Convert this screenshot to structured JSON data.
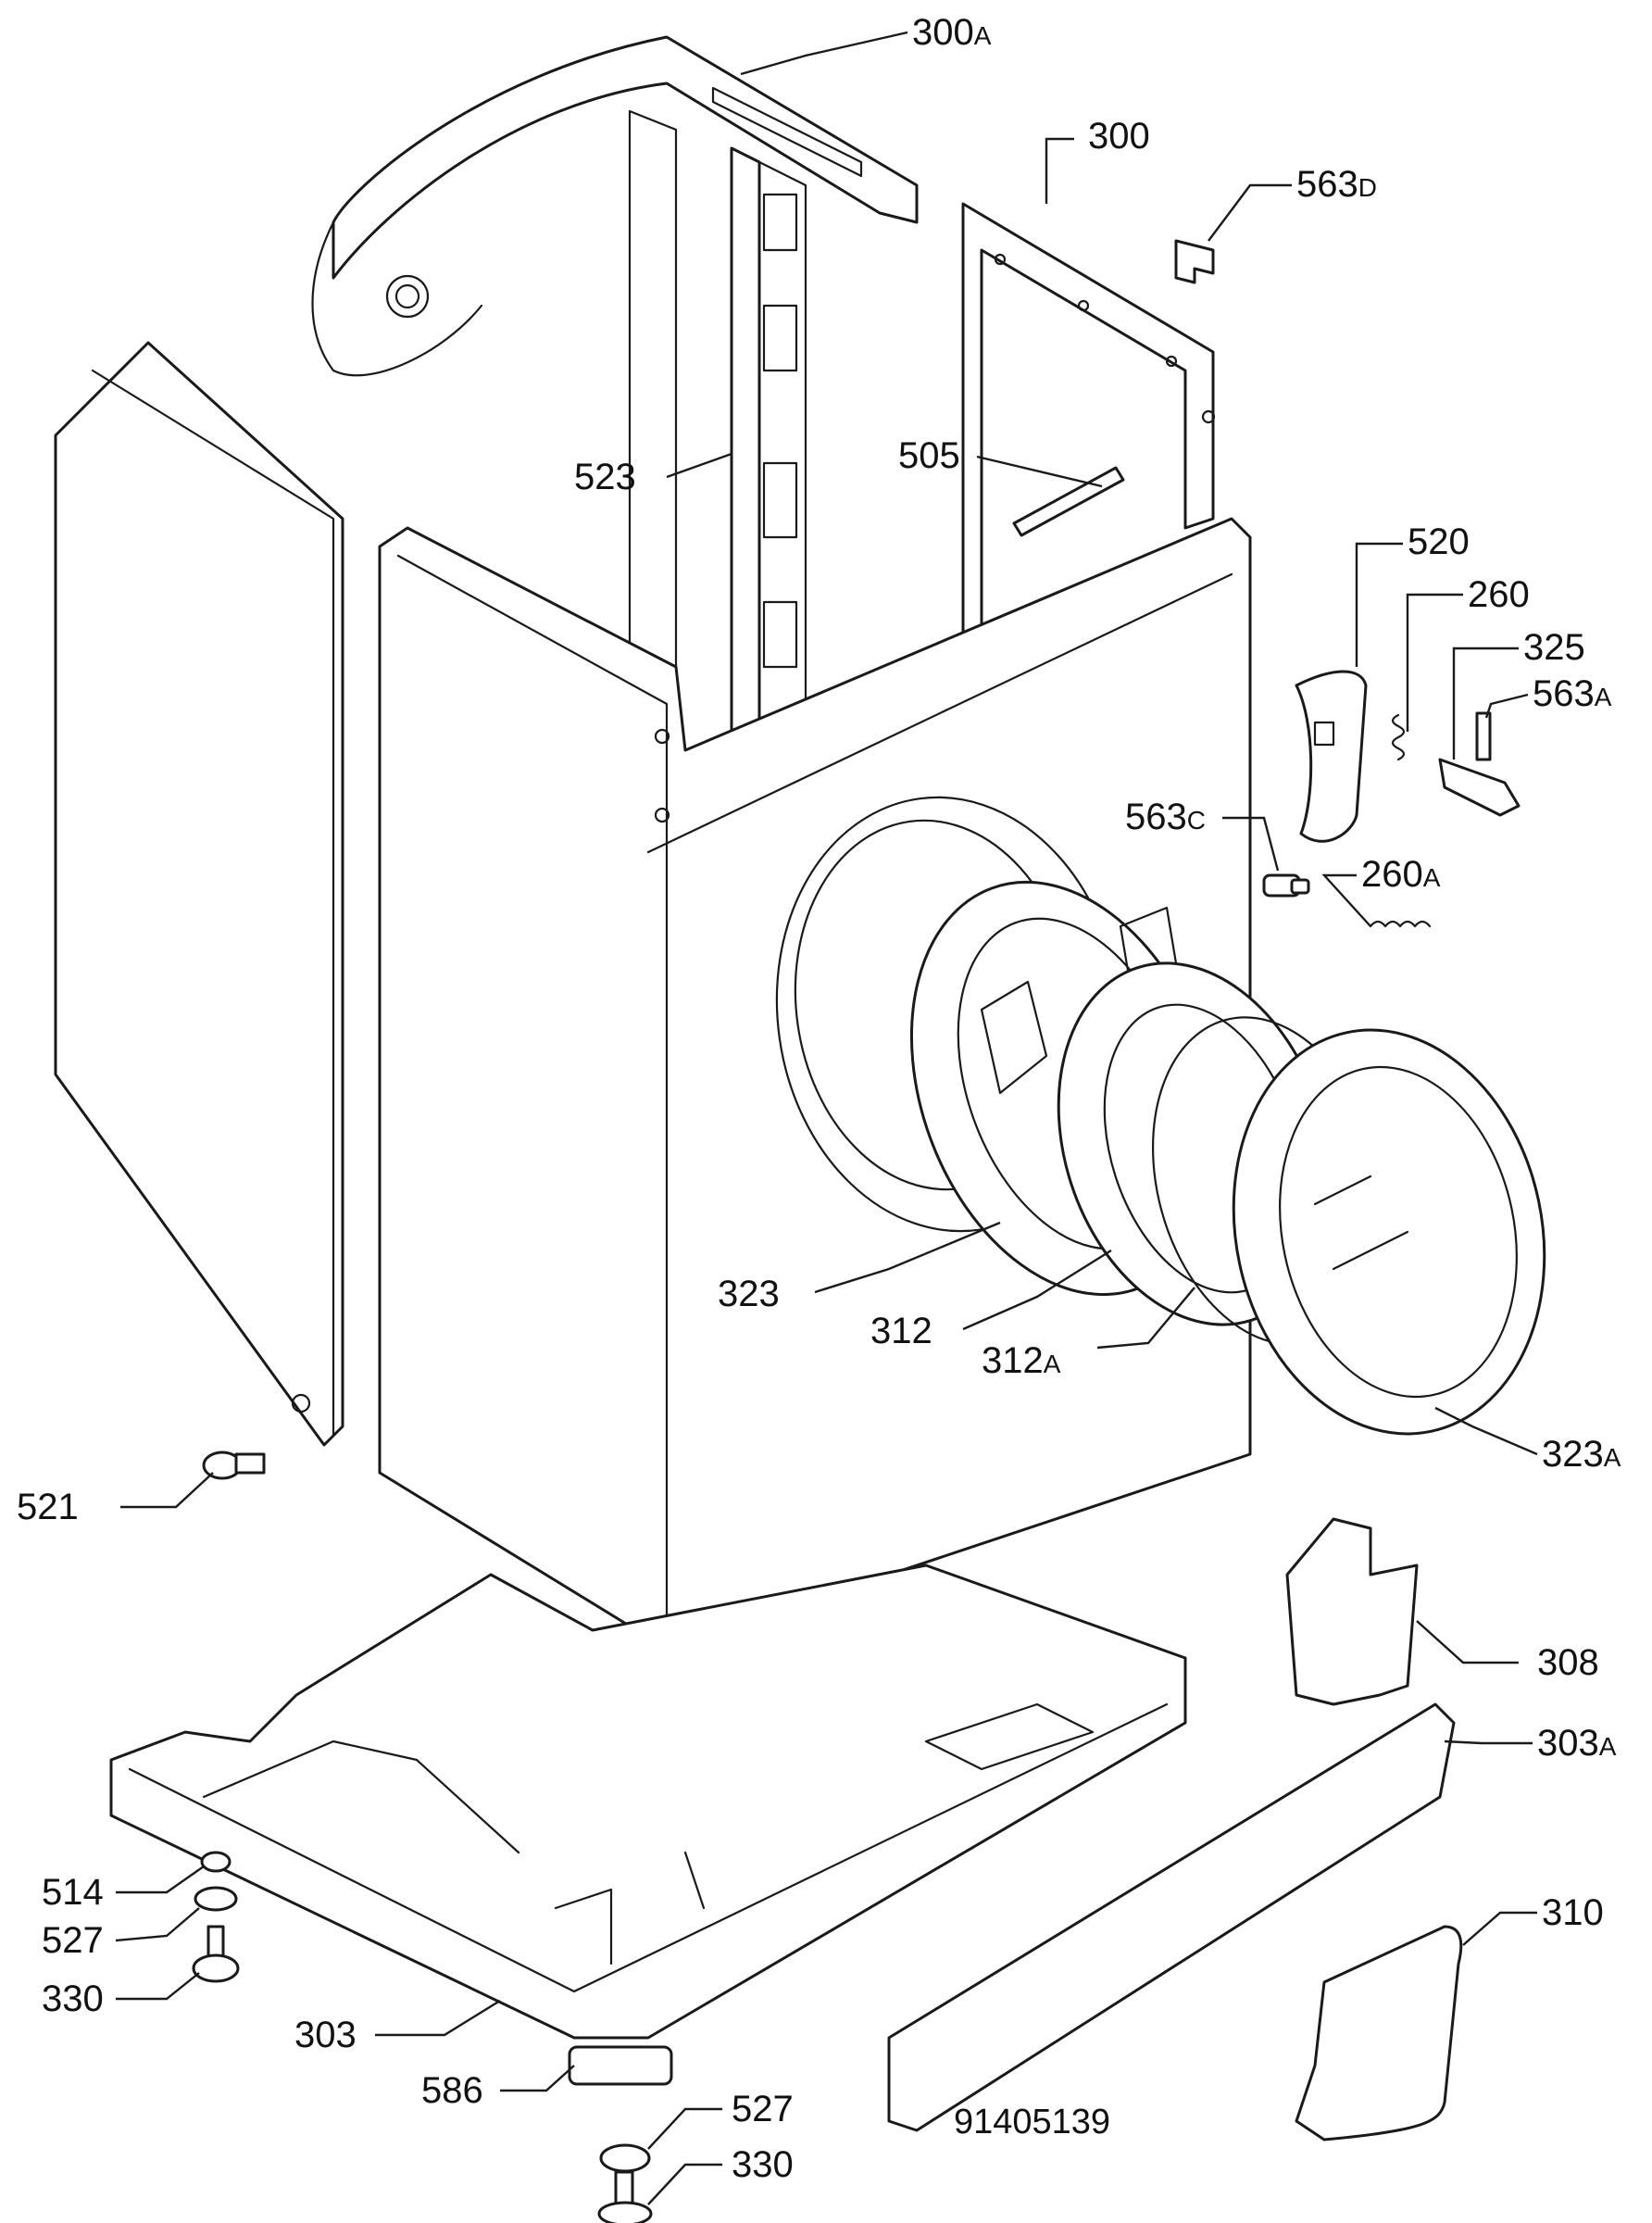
{
  "diagram": {
    "document_number": "91405139",
    "callouts": [
      {
        "id": "c300A",
        "num": "300",
        "suffix": "A"
      },
      {
        "id": "c300",
        "num": "300",
        "suffix": ""
      },
      {
        "id": "c563D",
        "num": "563",
        "suffix": "D"
      },
      {
        "id": "c523",
        "num": "523",
        "suffix": ""
      },
      {
        "id": "c505",
        "num": "505",
        "suffix": ""
      },
      {
        "id": "c520",
        "num": "520",
        "suffix": ""
      },
      {
        "id": "c260",
        "num": "260",
        "suffix": ""
      },
      {
        "id": "c325",
        "num": "325",
        "suffix": ""
      },
      {
        "id": "c563A",
        "num": "563",
        "suffix": "A"
      },
      {
        "id": "c563C",
        "num": "563",
        "suffix": "C"
      },
      {
        "id": "c260A",
        "num": "260",
        "suffix": "A"
      },
      {
        "id": "c323",
        "num": "323",
        "suffix": ""
      },
      {
        "id": "c312",
        "num": "312",
        "suffix": ""
      },
      {
        "id": "c312A",
        "num": "312",
        "suffix": "A"
      },
      {
        "id": "c323A",
        "num": "323",
        "suffix": "A"
      },
      {
        "id": "c521",
        "num": "521",
        "suffix": ""
      },
      {
        "id": "c308",
        "num": "308",
        "suffix": ""
      },
      {
        "id": "c303A",
        "num": "303",
        "suffix": "A"
      },
      {
        "id": "c514",
        "num": "514",
        "suffix": ""
      },
      {
        "id": "c527a",
        "num": "527",
        "suffix": ""
      },
      {
        "id": "c330a",
        "num": "330",
        "suffix": ""
      },
      {
        "id": "c310",
        "num": "310",
        "suffix": ""
      },
      {
        "id": "c303",
        "num": "303",
        "suffix": ""
      },
      {
        "id": "c586",
        "num": "586",
        "suffix": ""
      },
      {
        "id": "c527b",
        "num": "527",
        "suffix": ""
      },
      {
        "id": "c330b",
        "num": "330",
        "suffix": ""
      }
    ]
  }
}
